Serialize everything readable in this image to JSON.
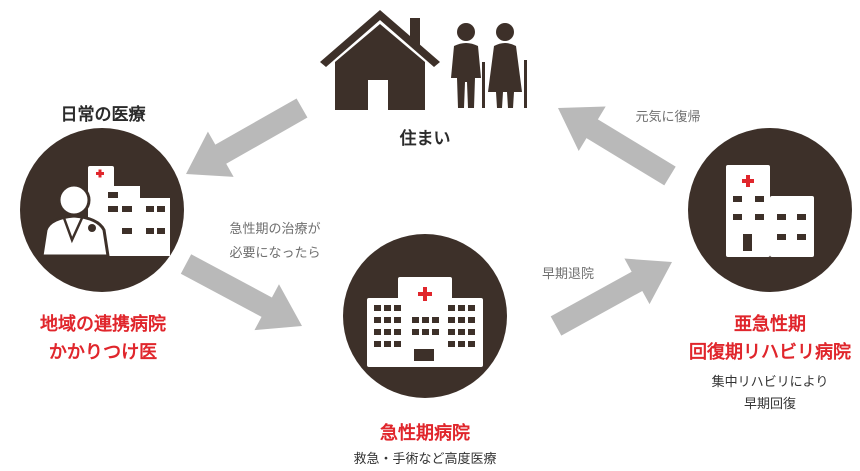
{
  "colors": {
    "dark": "#3d3029",
    "red": "#e0262c",
    "arrow": "#b9b9b9"
  },
  "home": {
    "label": "住まい"
  },
  "daily": {
    "heading": "日常の医療",
    "title_lines": [
      "地域の連携病院",
      "かかりつけ医"
    ]
  },
  "acute": {
    "title": "急性期病院",
    "desc": "救急・手術など高度医療"
  },
  "subacute": {
    "title_lines": [
      "亜急性期",
      "回復期リハビリ病院"
    ],
    "desc_lines": [
      "集中リハビリにより",
      "早期回復"
    ]
  },
  "arrows": {
    "to_acute_lines": [
      "急性期の治療が",
      "必要になったら"
    ],
    "early_discharge": "早期退院",
    "recovery": "元気に復帰"
  }
}
